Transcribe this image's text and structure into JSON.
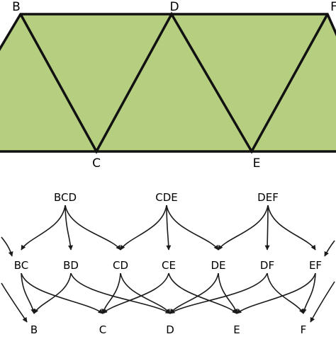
{
  "colors": {
    "fill": "#b5ce80",
    "stroke": "#111111",
    "edge": "#1a1a1a",
    "background": "#ffffff"
  },
  "vertices": [
    {
      "id": "B",
      "label": "B"
    },
    {
      "id": "C",
      "label": "C"
    },
    {
      "id": "D",
      "label": "D"
    },
    {
      "id": "E",
      "label": "E"
    },
    {
      "id": "F",
      "label": "F"
    }
  ],
  "nodes": [
    {
      "id": "BCD",
      "label": "BCD",
      "level": 2
    },
    {
      "id": "CDE",
      "label": "CDE",
      "level": 2
    },
    {
      "id": "DEF",
      "label": "DEF",
      "level": 2
    },
    {
      "id": "BC",
      "label": "BC",
      "level": 1
    },
    {
      "id": "BD",
      "label": "BD",
      "level": 1
    },
    {
      "id": "CD",
      "label": "CD",
      "level": 1
    },
    {
      "id": "CE",
      "label": "CE",
      "level": 1
    },
    {
      "id": "DE",
      "label": "DE",
      "level": 1
    },
    {
      "id": "DF",
      "label": "DF",
      "level": 1
    },
    {
      "id": "EF",
      "label": "EF",
      "level": 1
    },
    {
      "id": "B",
      "label": "B",
      "level": 0
    },
    {
      "id": "C",
      "label": "C",
      "level": 0
    },
    {
      "id": "D",
      "label": "D",
      "level": 0
    },
    {
      "id": "E",
      "label": "E",
      "level": 0
    },
    {
      "id": "F",
      "label": "F",
      "level": 0
    }
  ],
  "edges": [
    [
      "BCD",
      "BC"
    ],
    [
      "BCD",
      "BD"
    ],
    [
      "BCD",
      "CD"
    ],
    [
      "CDE",
      "CD"
    ],
    [
      "CDE",
      "CE"
    ],
    [
      "CDE",
      "DE"
    ],
    [
      "DEF",
      "DE"
    ],
    [
      "DEF",
      "DF"
    ],
    [
      "DEF",
      "EF"
    ],
    [
      "BC",
      "B"
    ],
    [
      "BC",
      "C"
    ],
    [
      "BD",
      "B"
    ],
    [
      "BD",
      "D"
    ],
    [
      "CD",
      "C"
    ],
    [
      "CD",
      "D"
    ],
    [
      "CE",
      "C"
    ],
    [
      "CE",
      "E"
    ],
    [
      "DE",
      "D"
    ],
    [
      "DE",
      "E"
    ],
    [
      "DF",
      "D"
    ],
    [
      "DF",
      "F"
    ],
    [
      "EF",
      "E"
    ],
    [
      "EF",
      "F"
    ]
  ]
}
